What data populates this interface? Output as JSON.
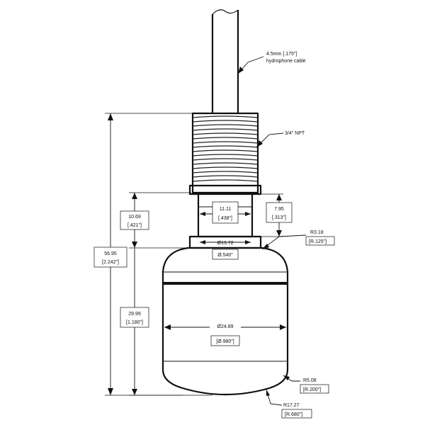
{
  "callouts": {
    "cable_line1": "4.5mm [.175\"]",
    "cable_line2": "hydrophone cable",
    "npt": "3/4\" NPT",
    "radius_top_mm": "R3.18",
    "radius_top_in": "[R.125\"]",
    "radius_mid_mm": "R5.08",
    "radius_mid_in": "[R.200\"]",
    "radius_bottom_mm": "R17.27",
    "radius_bottom_in": "[R.680\"]"
  },
  "dimensions": {
    "overall_mm": "56.95",
    "overall_in": "[2.242\"]",
    "thread_height_mm": "10.69",
    "thread_height_in": "[.421\"]",
    "neck_width_mm": "11.11",
    "neck_width_in": "[.438\"]",
    "neck_height_mm": "7.95",
    "neck_height_in": "[.313\"]",
    "collar_dia_mm": "Ø13.72",
    "collar_dia_in": "Ø.540\"",
    "body_height_mm": "29.99",
    "body_height_in": "[1.180\"]",
    "body_dia_mm": "Ø24.89",
    "body_dia_in": "[Ø.980\"]"
  }
}
